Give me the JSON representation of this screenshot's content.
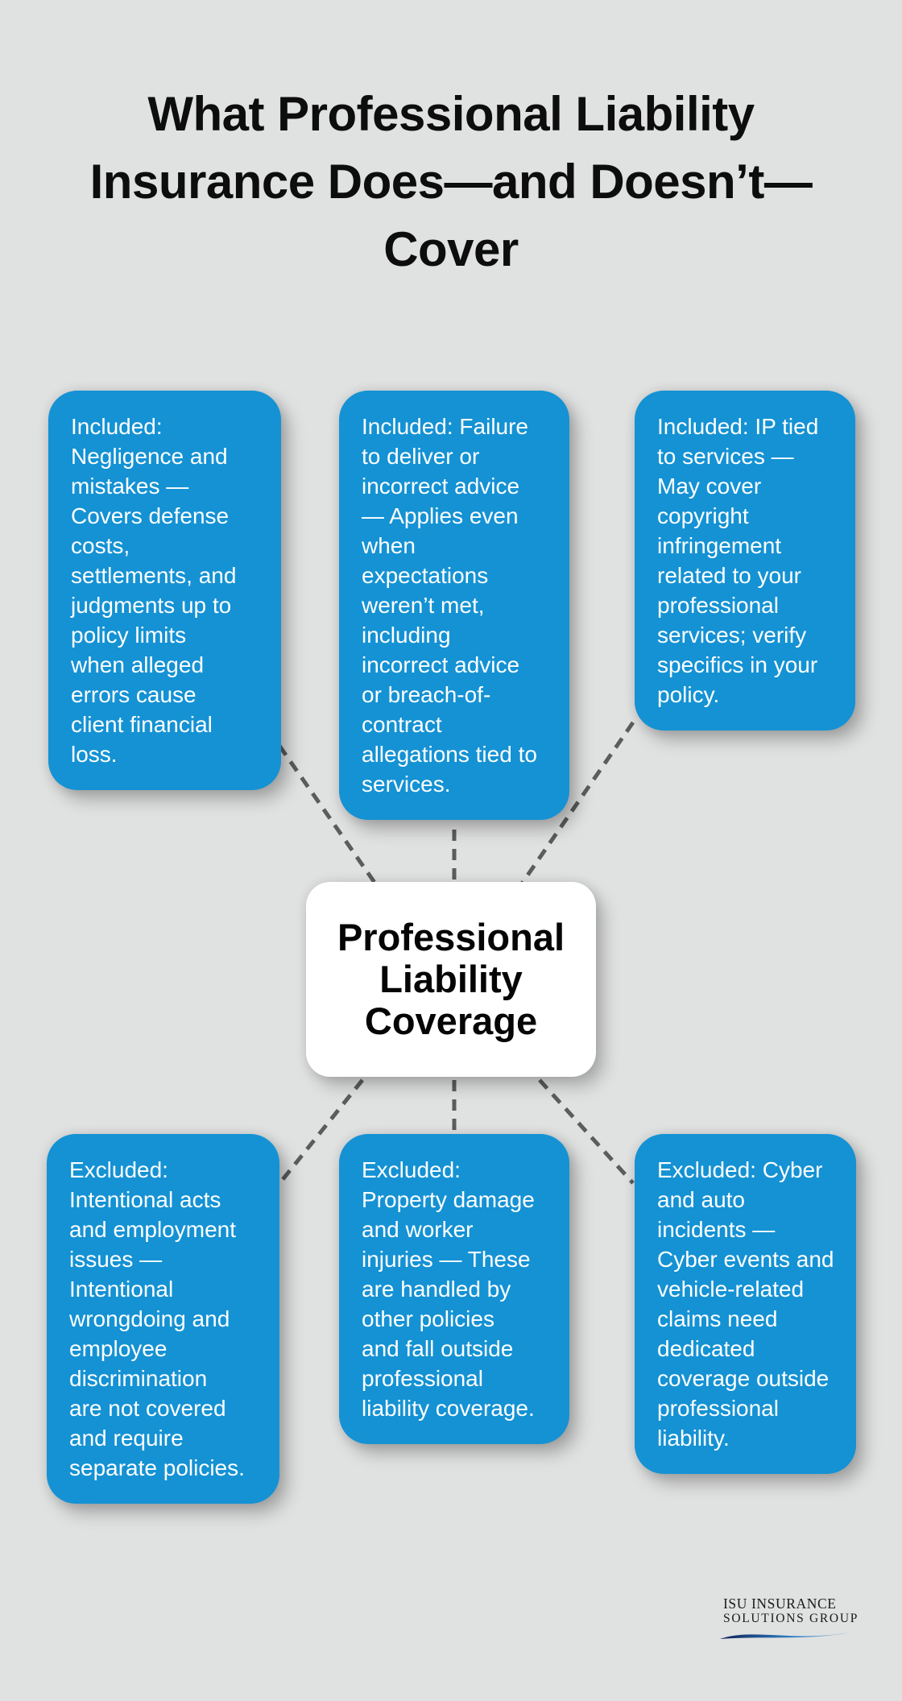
{
  "colors": {
    "bg": "#e0e1e1",
    "blue": "#1492d4",
    "ink": "#0d0d0d",
    "card-text": "#ffffff",
    "dash": "#5b5c5e",
    "center-bg": "#ffffff"
  },
  "title": {
    "text": "What Professional Liability\nInsurance Does—and Doesn’t—\nCover"
  },
  "center": {
    "label": "Professional\nLiability\nCoverage"
  },
  "nodes": [
    {
      "id": "included-negligence",
      "text": "Included:\nNegligence and\nmistakes —\nCovers defense\ncosts,\nsettlements, and\njudgments up to\npolicy limits\nwhen alleged\nerrors cause\nclient financial\nloss."
    },
    {
      "id": "included-failure-to-deliver",
      "text": "Included: Failure\nto deliver or\nincorrect advice\n— Applies even\nwhen\nexpectations\nweren’t met,\nincluding\nincorrect advice\nor breach-of-\ncontract\nallegations tied to\nservices."
    },
    {
      "id": "included-ip",
      "text": "Included: IP tied\nto services —\nMay cover\ncopyright\ninfringement\nrelated to your\nprofessional\nservices; verify\nspecifics in your\npolicy."
    },
    {
      "id": "excluded-intentional-acts",
      "text": "Excluded:\nIntentional acts\nand employment\nissues —\nIntentional\nwrongdoing and\nemployee\ndiscrimination\nare not covered\nand require\nseparate policies."
    },
    {
      "id": "excluded-property-damage",
      "text": "Excluded:\nProperty damage\nand worker\ninjuries — These\nare handled by\nother policies\nand fall outside\nprofessional\nliability coverage."
    },
    {
      "id": "excluded-cyber-auto",
      "text": "Excluded: Cyber\nand auto\nincidents —\nCyber events and\nvehicle-related\nclaims need\ndedicated\ncoverage outside\nprofessional\nliability."
    }
  ],
  "logo": {
    "line1": "ISU INSURANCE",
    "line2": "SOLUTIONS GROUP"
  }
}
